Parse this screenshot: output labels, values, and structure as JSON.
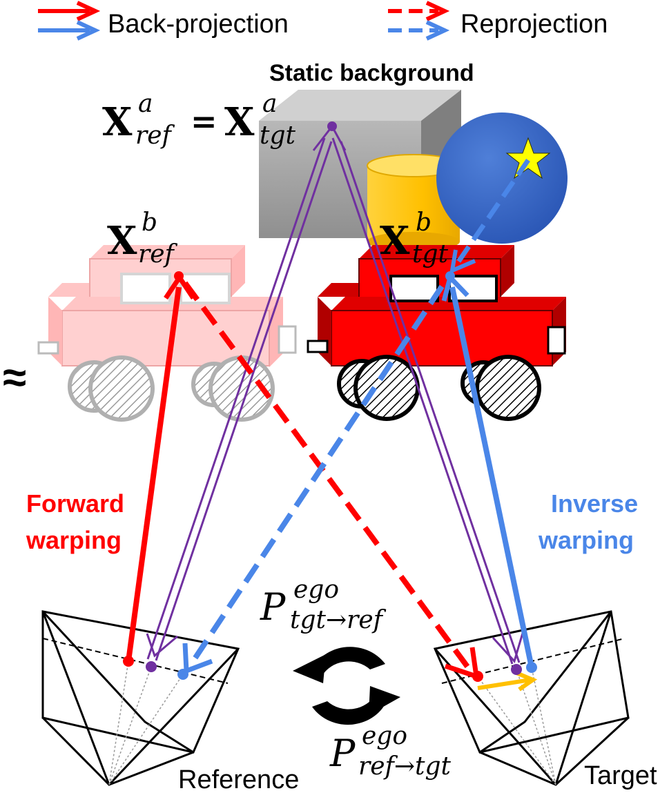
{
  "legend": {
    "back_projection": "Back-projection",
    "reprojection": "Reprojection"
  },
  "labels": {
    "static_background": "Static background",
    "forward_warping_line1": "Forward",
    "forward_warping_line2": "warping",
    "inverse_warping_line1": "Inverse",
    "inverse_warping_line2": "warping",
    "reference": "Reference",
    "target": "Target",
    "approx": "≈"
  },
  "math": {
    "xa_ref_base": "X",
    "xa_ref_sup": "a",
    "xa_ref_sub": "ref",
    "equals": "=",
    "xa_tgt_base": "X",
    "xa_tgt_sup": "a",
    "xa_tgt_sub": "tgt",
    "xb_ref_base": "X",
    "xb_ref_sup": "b",
    "xb_ref_sub": "ref",
    "xb_tgt_base": "X",
    "xb_tgt_sup": "b",
    "xb_tgt_sub": "tgt",
    "p_tgt_ref_base": "P",
    "p_tgt_ref_sup": "ego",
    "p_tgt_ref_sub": "tgt→ref",
    "p_ref_tgt_base": "P",
    "p_ref_tgt_sup": "ego",
    "p_ref_tgt_sub": "ref→tgt"
  },
  "colors": {
    "red": "#ff0000",
    "blue": "#4a86e8",
    "purple": "#7030a0",
    "yellow": "#ffc000",
    "gray_cube": "#a6a6a6",
    "sphere": "#2f5fc0",
    "star": "#ffff00"
  }
}
